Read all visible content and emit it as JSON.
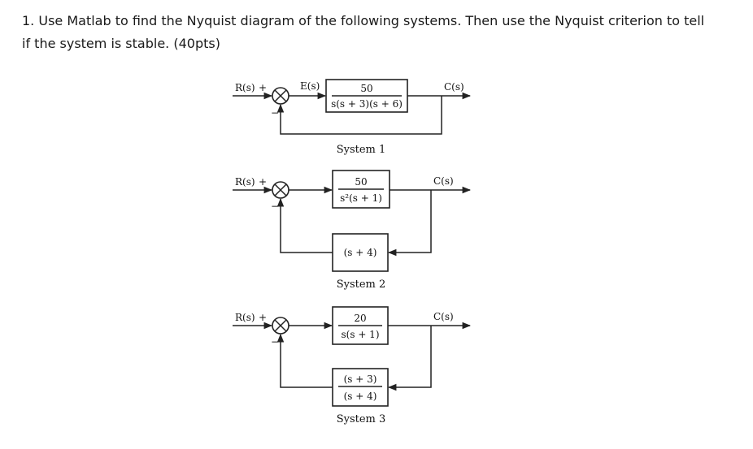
{
  "question": {
    "line1": "1. Use Matlab to find the Nyquist diagram of the following systems. Then use the Nyquist criterion to tell",
    "line2": "if the system is stable. (40pts)"
  },
  "systems": [
    {
      "caption": "System 1",
      "input": "R(s)",
      "error": "E(s)",
      "output": "C(s)",
      "plus": "+",
      "minus": "−",
      "forward": {
        "num": "50",
        "den": "s(s + 3)(s + 6)"
      }
    },
    {
      "caption": "System 2",
      "input": "R(s)",
      "output": "C(s)",
      "plus": "+",
      "minus": "−",
      "forward": {
        "num": "50",
        "den": "s²(s + 1)"
      },
      "feedback": {
        "expr": "(s + 4)"
      }
    },
    {
      "caption": "System 3",
      "input": "R(s)",
      "output": "C(s)",
      "plus": "+",
      "minus": "−",
      "forward": {
        "num": "20",
        "den": "s(s + 1)"
      },
      "feedback": {
        "num": "(s + 3)",
        "den": "(s + 4)"
      }
    }
  ]
}
